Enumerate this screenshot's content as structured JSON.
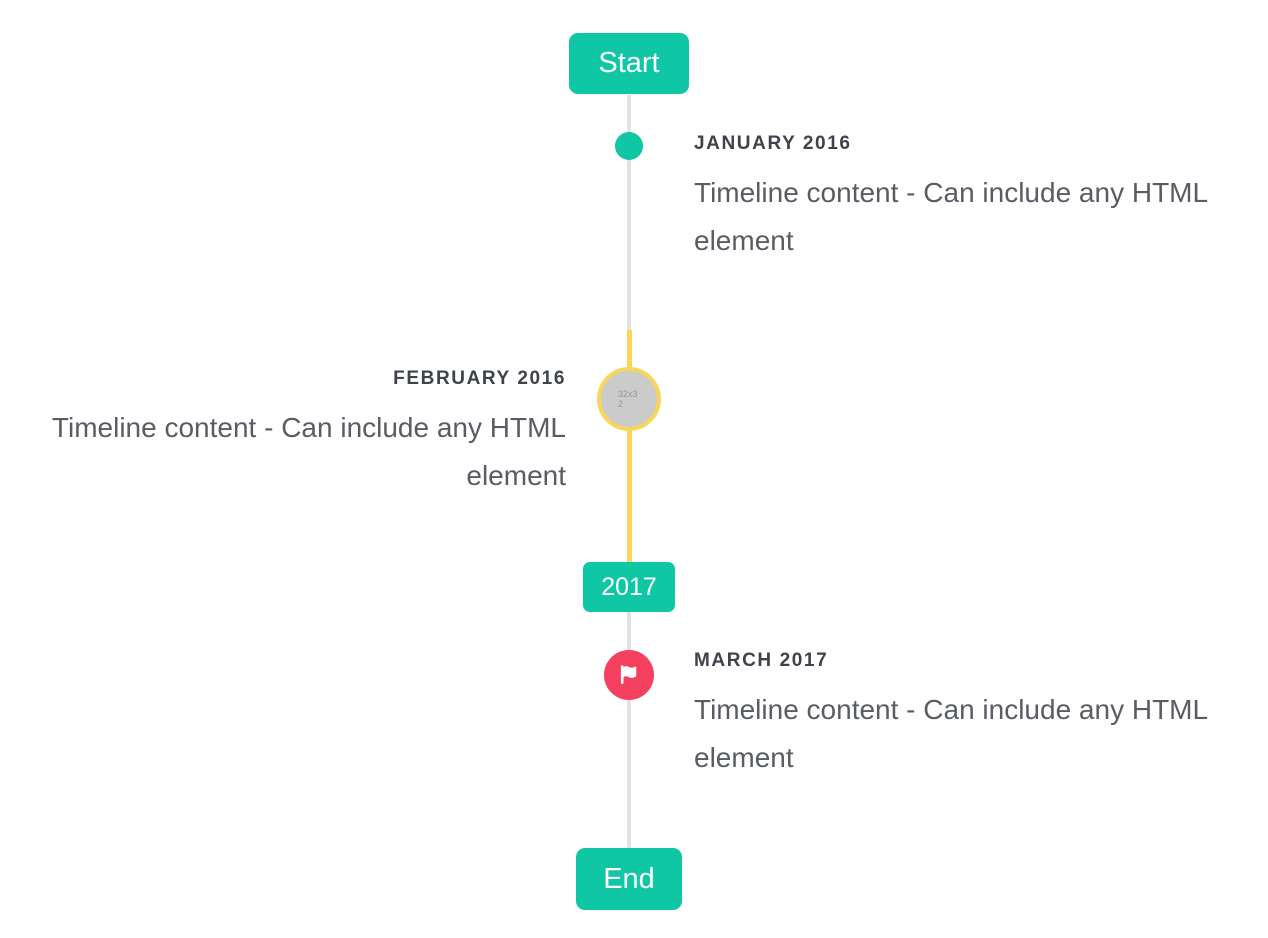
{
  "colors": {
    "accent_teal": "#0fc7a5",
    "accent_yellow": "#f9d65a",
    "accent_red": "#f43f5e",
    "line_gray": "#e2e2e2",
    "marker_gray_fill": "#cbcbcb",
    "title_text": "#3e424a",
    "content_text": "#595d63",
    "badge_text": "#ffffff"
  },
  "timeline": {
    "start_badge": "Start",
    "year_badge": "2017",
    "end_badge": "End",
    "items": [
      {
        "title": "JANUARY 2016",
        "content": "Timeline content - Can include any HTML element",
        "side": "right",
        "marker": "teal-dot"
      },
      {
        "title": "FEBRUARY 2016",
        "content": "Timeline content - Can include any HTML element",
        "side": "left",
        "marker": "yellow-ring-broken-image",
        "broken_image_alt": "32x32"
      },
      {
        "title": "MARCH 2017",
        "content": "Timeline content - Can include any HTML element",
        "side": "right",
        "marker": "red-flag"
      }
    ]
  }
}
